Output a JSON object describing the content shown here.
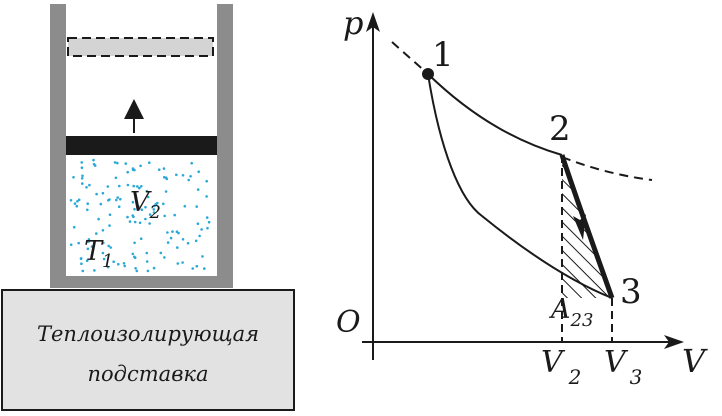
{
  "left_figure": {
    "volume_label": "V",
    "volume_sub": "2",
    "temperature_label": "T",
    "temperature_sub": "1",
    "base_caption_line1": "Теплоизолирующая",
    "base_caption_line2": "подставка",
    "colors": {
      "wall": "#8c8c8c",
      "piston": "#1a1a1a",
      "ghost_piston": "#d4d4d4",
      "gas_dots": "#2aa8d8",
      "base_fill": "#e2e2e2"
    }
  },
  "graph": {
    "axis_y": "p",
    "axis_x": "V",
    "origin": "O",
    "point_labels": [
      "1",
      "2",
      "3"
    ],
    "v2_label": "V",
    "v2_sub": "2",
    "v3_label": "V",
    "v3_sub": "3",
    "work_label": "A",
    "work_sub": "23"
  }
}
